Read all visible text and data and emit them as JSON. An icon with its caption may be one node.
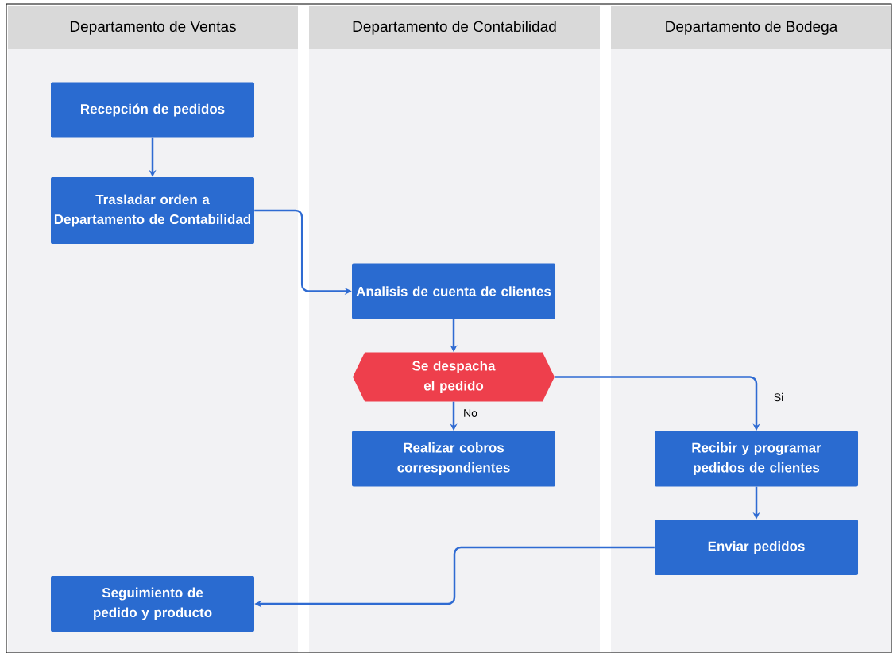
{
  "diagram": {
    "nodes": [
      {
        "text": [
          "Departamento de Ventas"
        ]
      },
      {
        "text": [
          "Departamento de Contabilidad"
        ]
      },
      {
        "text": [
          "Departamento de Bodega"
        ]
      },
      {
        "text": [
          "Recepción de pedidos"
        ],
        "in": 0
      },
      {
        "text": [
          "Trasladar orden a Departamento de Contabilidad"
        ],
        "in": 0
      },
      {
        "text": [
          "Analisis de cuenta de clientes"
        ],
        "in": 1
      },
      {
        "text": [
          "Se despacha el pedido"
        ],
        "in": 1
      },
      {
        "text": [
          "Realizar cobros correspondientes"
        ],
        "in": 1
      },
      {
        "text": [
          "Recibir y programar pedidos de clientes"
        ],
        "in": 2
      },
      {
        "text": [
          "Enviar pedidos"
        ],
        "in": 2
      },
      {
        "text": [
          "Seguimiento de pedido y producto"
        ],
        "in": 0
      }
    ],
    "edges": [
      {
        "from": 3,
        "to": 4,
        "arrow": "to"
      },
      {
        "from": 4,
        "to": 5,
        "arrow": "to"
      },
      {
        "from": 5,
        "to": 6,
        "arrow": "to"
      },
      {
        "from": 6,
        "to": 7,
        "arrow": "to",
        "label": "No"
      },
      {
        "from": 6,
        "to": 8,
        "arrow": "to",
        "label": "Si"
      },
      {
        "from": 8,
        "to": 9,
        "arrow": "to"
      },
      {
        "from": 9,
        "to": 10,
        "arrow": "to"
      }
    ]
  }
}
